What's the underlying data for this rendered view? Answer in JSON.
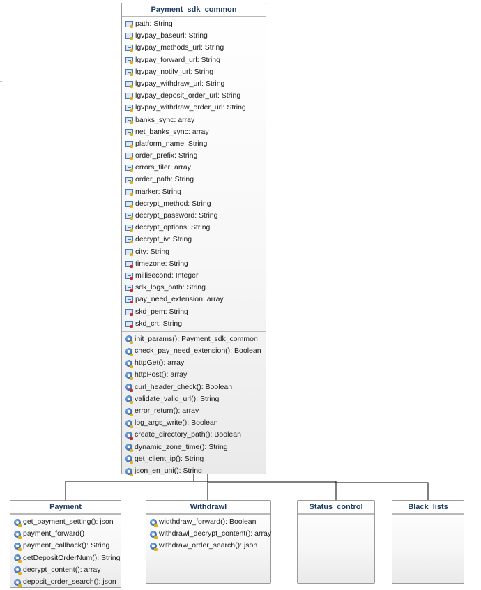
{
  "diagram": {
    "superclass": {
      "name": "Payment_sdk_common",
      "attributes": [
        {
          "text": "path: String",
          "visibility": "public"
        },
        {
          "text": "lgvpay_baseurl: String",
          "visibility": "public"
        },
        {
          "text": "lgvpay_methods_url: String",
          "visibility": "public"
        },
        {
          "text": "lgvpay_forward_url: String",
          "visibility": "public"
        },
        {
          "text": "lgvpay_notify_url: String",
          "visibility": "public"
        },
        {
          "text": "lgvpay_withdraw_url: String",
          "visibility": "public"
        },
        {
          "text": "lgvpay_deposit_order_url: String",
          "visibility": "public"
        },
        {
          "text": "lgvpay_withdraw_order_url: String",
          "visibility": "public"
        },
        {
          "text": "banks_sync: array",
          "visibility": "public"
        },
        {
          "text": "net_banks_sync: array",
          "visibility": "public"
        },
        {
          "text": "platform_name: String",
          "visibility": "public"
        },
        {
          "text": "order_prefix: String",
          "visibility": "public"
        },
        {
          "text": "errors_filer: array",
          "visibility": "public"
        },
        {
          "text": "order_path: String",
          "visibility": "public"
        },
        {
          "text": "marker: String",
          "visibility": "public"
        },
        {
          "text": "decrypt_method: String",
          "visibility": "public"
        },
        {
          "text": "decrypt_password: String",
          "visibility": "public"
        },
        {
          "text": "decrypt_options: String",
          "visibility": "public"
        },
        {
          "text": "decrypt_iv: String",
          "visibility": "public"
        },
        {
          "text": "city: String",
          "visibility": "public"
        },
        {
          "text": "timezone: String",
          "visibility": "private"
        },
        {
          "text": "millisecond: Integer",
          "visibility": "private"
        },
        {
          "text": "sdk_logs_path: String",
          "visibility": "private"
        },
        {
          "text": "pay_need_extension: array",
          "visibility": "private"
        },
        {
          "text": "skd_pem: String",
          "visibility": "private"
        },
        {
          "text": "skd_crt: String",
          "visibility": "private"
        }
      ],
      "operations": [
        {
          "text": "init_params(): Payment_sdk_common",
          "visibility": "public"
        },
        {
          "text": "check_pay_need_extension(): Boolean",
          "visibility": "public"
        },
        {
          "text": "httpGet(): array",
          "visibility": "public"
        },
        {
          "text": "httpPost(): array",
          "visibility": "public"
        },
        {
          "text": "curl_header_check(): Boolean",
          "visibility": "private"
        },
        {
          "text": "validate_valid_url(): String",
          "visibility": "public"
        },
        {
          "text": "error_return(): array",
          "visibility": "public"
        },
        {
          "text": "log_args_write(): Boolean",
          "visibility": "public"
        },
        {
          "text": "create_directory_path(): Boolean",
          "visibility": "private"
        },
        {
          "text": "dynamic_zone_time(): String",
          "visibility": "public"
        },
        {
          "text": "get_client_ip(): String",
          "visibility": "public"
        },
        {
          "text": "json_en_uni(): String",
          "visibility": "public"
        }
      ]
    },
    "subclasses": [
      {
        "name": "Payment",
        "operations": [
          {
            "text": "get_payment_setting(): json",
            "visibility": "public"
          },
          {
            "text": "payment_forward()",
            "visibility": "public"
          },
          {
            "text": "payment_callback(): String",
            "visibility": "public"
          },
          {
            "text": "getDepositOrderNum(): String",
            "visibility": "public"
          },
          {
            "text": "decrypt_content(): array",
            "visibility": "public"
          },
          {
            "text": "deposit_order_search(): json",
            "visibility": "public"
          }
        ]
      },
      {
        "name": "Withdrawl",
        "operations": [
          {
            "text": "widthdraw_forward(): Boolean",
            "visibility": "public"
          },
          {
            "text": "withdrawl_decrypt_content(): array",
            "visibility": "public"
          },
          {
            "text": "withdraw_order_search(): json",
            "visibility": "public"
          }
        ]
      },
      {
        "name": "Status_control",
        "operations": []
      },
      {
        "name": "Black_lists",
        "operations": []
      }
    ],
    "relationship": "generalization"
  }
}
